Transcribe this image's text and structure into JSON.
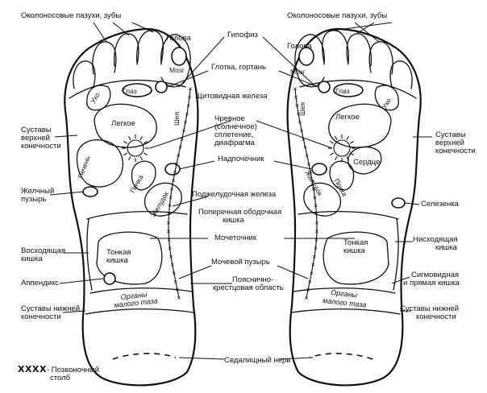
{
  "labels": {
    "sinuses_teeth": "Околоносовые пазухи, зубы",
    "head": "Голова",
    "brain": "Мозг",
    "pituitary": "Гипофиз",
    "throat_larynx": "Глотка, гортань",
    "eye": "Глаз",
    "ear": "Ухо",
    "neck": "Шея",
    "thyroid": "Щитовидная железа",
    "upper_joints": [
      "Суставы",
      "верхней",
      "конечности"
    ],
    "lung": "Легкое",
    "solar_plexus": [
      "Чревное",
      "(солнечное)",
      "сплетение,",
      "диафрагма"
    ],
    "heart": "Сердце",
    "liver": "Печень",
    "adrenal": "Надпочечник",
    "kidney": "Почка",
    "stomach": "Желудок",
    "gallbladder": [
      "Желчный",
      "пузырь"
    ],
    "pancreas": "Поджелудочная железа",
    "spleen": "Селезенка",
    "transverse_colon": [
      "Поперечная ободочная",
      "кишка"
    ],
    "ascending_colon": [
      "Восходящая",
      "кишка"
    ],
    "ureter": "Мочеточник",
    "small_intestine": [
      "Тонкая",
      "кишка"
    ],
    "descending_colon": [
      "Нисходящая",
      "кишка"
    ],
    "appendix": "Аппендикс",
    "bladder": "Мочевой пузырь",
    "sigmoid": [
      "Сигмовидная",
      "и прямая кишка"
    ],
    "lumbosacral": [
      "Пояснично-",
      "крестцовая область"
    ],
    "pelvic_organs": [
      "Органы",
      "малого таза"
    ],
    "lower_joints": [
      "Суставы нижней",
      "конечности"
    ],
    "sciatic": "Седалищный нерв",
    "legend_symbol": "XXXX",
    "legend_text": [
      "- Позвоночный",
      "столб"
    ]
  }
}
